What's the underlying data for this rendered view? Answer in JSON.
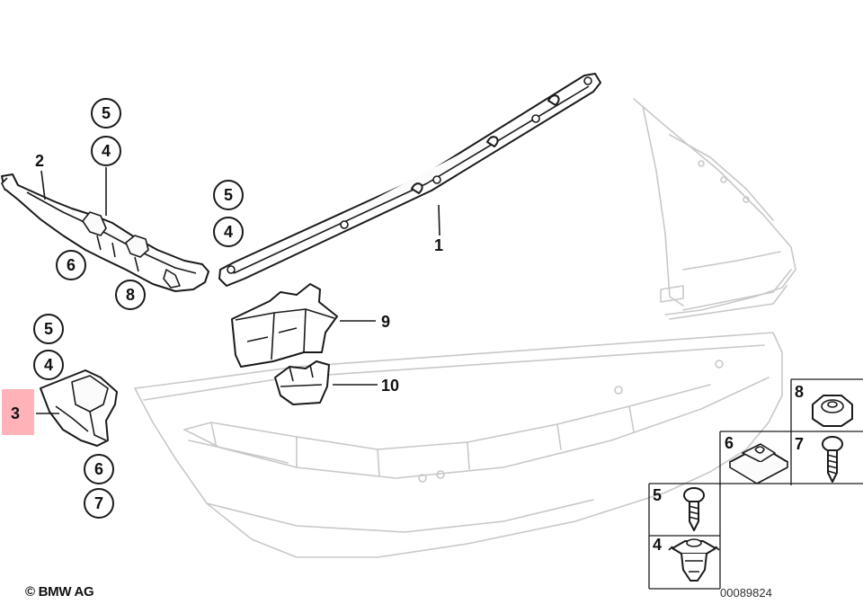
{
  "footer": {
    "copyright": "© BMW AG",
    "diagram_id": "00089824"
  },
  "callouts": {
    "part_1": "1",
    "part_2": "2",
    "part_3": "3",
    "part_4_a": "4",
    "part_4_b": "4",
    "part_4_c": "4",
    "part_5_a": "5",
    "part_5_b": "5",
    "part_5_c": "5",
    "part_6_a": "6",
    "part_6_b": "6",
    "part_7": "7",
    "part_8": "8",
    "part_9": "9",
    "part_10": "10"
  },
  "legend": {
    "cell_8": "8",
    "cell_6": "6",
    "cell_7": "7",
    "cell_5": "5",
    "cell_4": "4"
  },
  "highlight": {
    "selected_part": "3",
    "color": "#ffb3b8"
  }
}
